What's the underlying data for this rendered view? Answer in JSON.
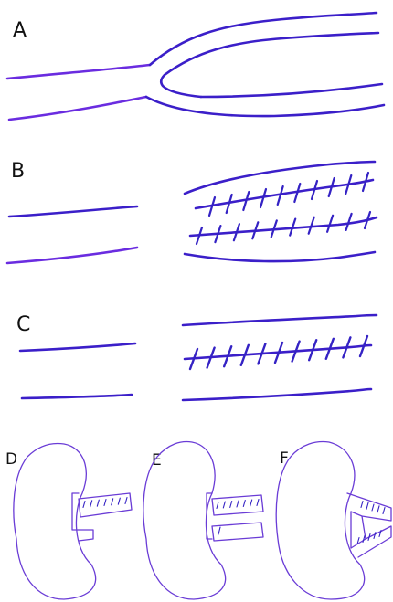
{
  "panels": {
    "a": {
      "label": "A"
    },
    "b": {
      "label": "B"
    },
    "c": {
      "label": "C"
    },
    "d": {
      "label": "D"
    },
    "e": {
      "label": "E"
    },
    "f": {
      "label": "F"
    }
  },
  "colors": {
    "vessel_line": "#3b1fc9",
    "vessel_line_violet": "#6a2ce0",
    "suture": "#3422c4",
    "kidney_outline": "#6a3cd6",
    "label": "#111111"
  }
}
